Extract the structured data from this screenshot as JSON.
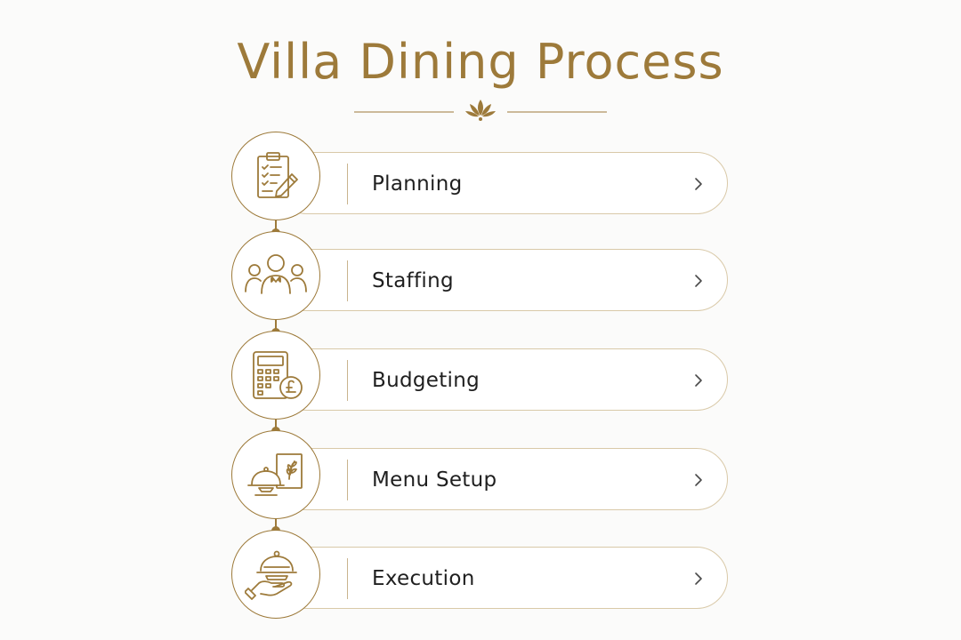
{
  "title": "Villa Dining Process",
  "colors": {
    "accent": "#9d7a3a",
    "pill_border": "#d9c9a8",
    "text": "#1f1f1f",
    "background": "#fbfbfa"
  },
  "steps": [
    {
      "label": "Planning",
      "icon": "clipboard-checklist-pencil-icon"
    },
    {
      "label": "Staffing",
      "icon": "waiter-team-icon"
    },
    {
      "label": "Budgeting",
      "icon": "calculator-pound-icon"
    },
    {
      "label": "Menu Setup",
      "icon": "cloche-menu-card-icon"
    },
    {
      "label": "Execution",
      "icon": "serving-hand-cloche-icon"
    }
  ]
}
